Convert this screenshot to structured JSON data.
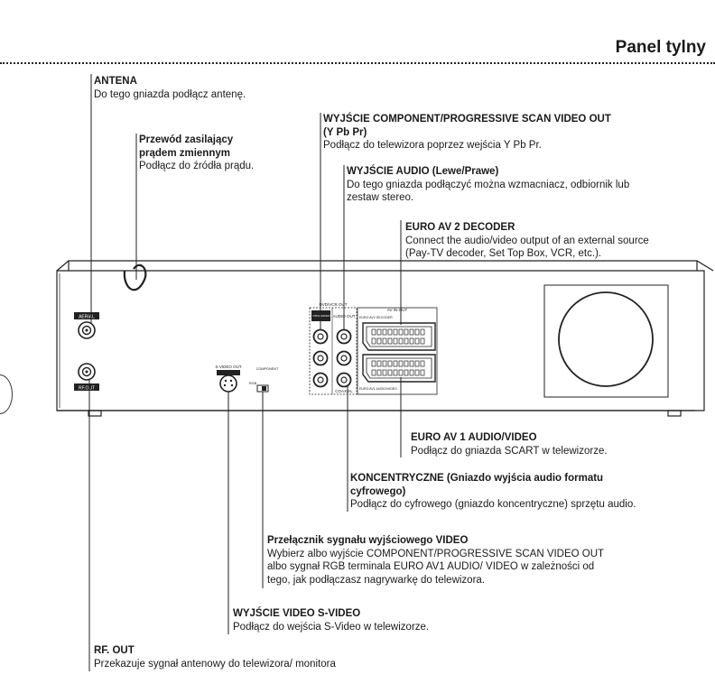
{
  "page": {
    "title": "Panel tylny"
  },
  "callouts": {
    "antena": {
      "title": "ANTENA",
      "desc": "Do tego gniazda podłącz antenę."
    },
    "power": {
      "title1": "Przewód zasilający",
      "title2": "prądem zmiennym",
      "desc": "Podłącz do źródła prądu."
    },
    "component": {
      "title1": "WYJŚCIE COMPONENT/PROGRESSIVE SCAN VIDEO OUT",
      "title2": "(Y Pb Pr)",
      "desc": "Podłącz do telewizora poprzez wejścia Y Pb Pr."
    },
    "audio": {
      "title": "WYJŚCIE AUDIO (Lewe/Prawe)",
      "desc1": "Do tego gniazda podłączyć można wzmacniacz, odbiornik lub",
      "desc2": "zestaw stereo."
    },
    "euro2": {
      "title": "EURO AV 2 DECODER",
      "desc1": "Connect the audio/video output of an external source",
      "desc2": "(Pay-TV decoder, Set Top Box, VCR, etc.)."
    },
    "euro1": {
      "title": "EURO AV 1 AUDIO/VIDEO",
      "desc": "Podłącz do gniazda SCART w telewizorze."
    },
    "coaxial": {
      "title1": "KONCENTRYCZNE (Gniazdo wyjścia audio formatu",
      "title2": "cyfrowego)",
      "desc": "Podłącz do cyfrowego (gniazdo koncentryczne) sprzętu audio."
    },
    "videoswitch": {
      "title": "Przełącznik sygnału wyjściowego VIDEO",
      "desc1": "Wybierz albo wyjście COMPONENT/PROGRESSIVE SCAN VIDEO OUT",
      "desc2": "albo sygnał RGB terminala EURO AV1 AUDIO/ VIDEO w zależności od",
      "desc3": "tego, jak podłączasz nagrywarkę do telewizora."
    },
    "svideo": {
      "title": "WYJŚCIE VIDEO S-VIDEO",
      "desc": "Podłącz do wejścia S-Video w telewizorze."
    },
    "rfout": {
      "title": "RF. OUT",
      "desc": "Przekazuje sygnał antenowy do telewizora/ monitora"
    }
  },
  "panel_labels": {
    "aerial": "AERIAL",
    "rf_out": "RF.OUT",
    "s_video_out": "S-VIDEO OUT",
    "component_switch": "COMPONENT",
    "rgb": "RGB",
    "dvd_vcr_out": "DVD/VCR OUT",
    "component_video": "COMPONENT / PROGRESSIVE SCAN VIDEO",
    "audio_out": "AUDIO OUT",
    "coaxial": "COAXIAL",
    "av_in_out": "AV IN-OUT",
    "euro_av2_decoder": "EURO AV2 DECODER",
    "euro_av1_audio_video": "EURO AV1 AUDIO/VIDEO"
  }
}
